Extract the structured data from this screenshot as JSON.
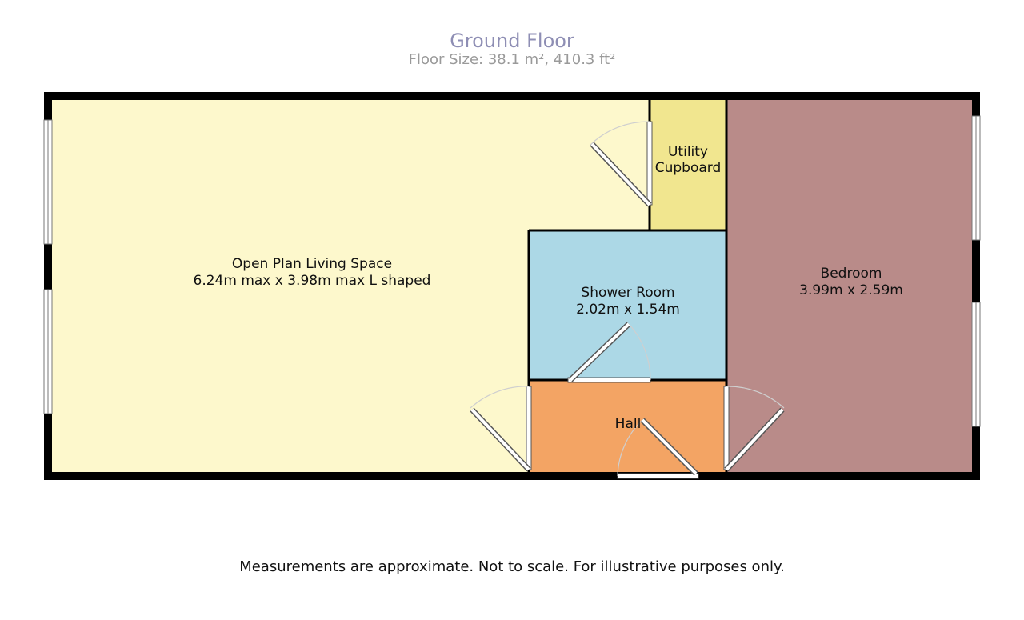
{
  "title": "Ground Floor",
  "floor_size": "Floor Size: 38.1 m², 410.3 ft²",
  "disclaimer": "Measurements are approximate. Not to scale. For illustrative purposes only.",
  "colors": {
    "living": "#fdf8cc",
    "utility": "#f1e68f",
    "shower": "#acd8e6",
    "hall": "#f3a464",
    "bedroom": "#b98b89",
    "wall": "#000000"
  },
  "rooms": {
    "living": {
      "name": "Open Plan Living Space",
      "size": "6.24m max x 3.98m max L shaped"
    },
    "utility": {
      "name_line1": "Utility",
      "name_line2": "Cupboard"
    },
    "shower": {
      "name": "Shower Room",
      "size": "2.02m x 1.54m"
    },
    "hall": {
      "name": "Hall"
    },
    "bedroom": {
      "name": "Bedroom",
      "size": "3.99m x 2.59m"
    }
  }
}
